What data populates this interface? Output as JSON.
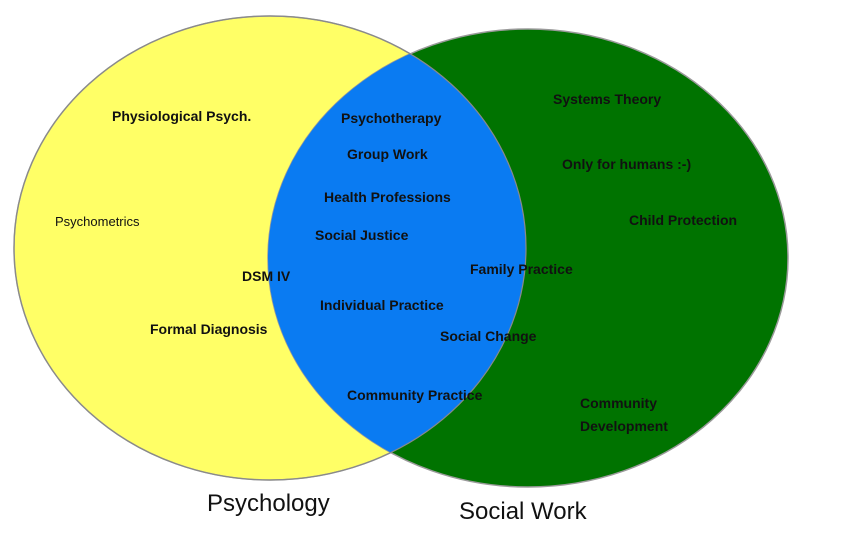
{
  "colors": {
    "psychology_fill": "#ffff66",
    "social_work_fill": "#007300",
    "overlap_fill": "#0a7bf2",
    "outline": "#9a9a9a"
  },
  "sets": {
    "psychology": "Psychology",
    "social_work": "Social Work"
  },
  "psychology_items": {
    "physiological": "Physiological Psych.",
    "psychometrics": "Psychometrics",
    "dsm": "DSM IV",
    "formal_diagnosis": "Formal Diagnosis"
  },
  "overlap_items": {
    "psychotherapy": "Psychotherapy",
    "group_work": "Group Work",
    "health_professions": "Health Professions",
    "social_justice": "Social Justice",
    "individual_practice": "Individual Practice",
    "community_practice": "Community Practice"
  },
  "boundary_items": {
    "family_practice": "Family Practice",
    "social_change": "Social Change"
  },
  "social_work_items": {
    "systems_theory": "Systems Theory",
    "only_humans": "Only for humans :-)",
    "child_protection": "Child Protection",
    "community_development_1": "Community",
    "community_development_2": "Development"
  }
}
